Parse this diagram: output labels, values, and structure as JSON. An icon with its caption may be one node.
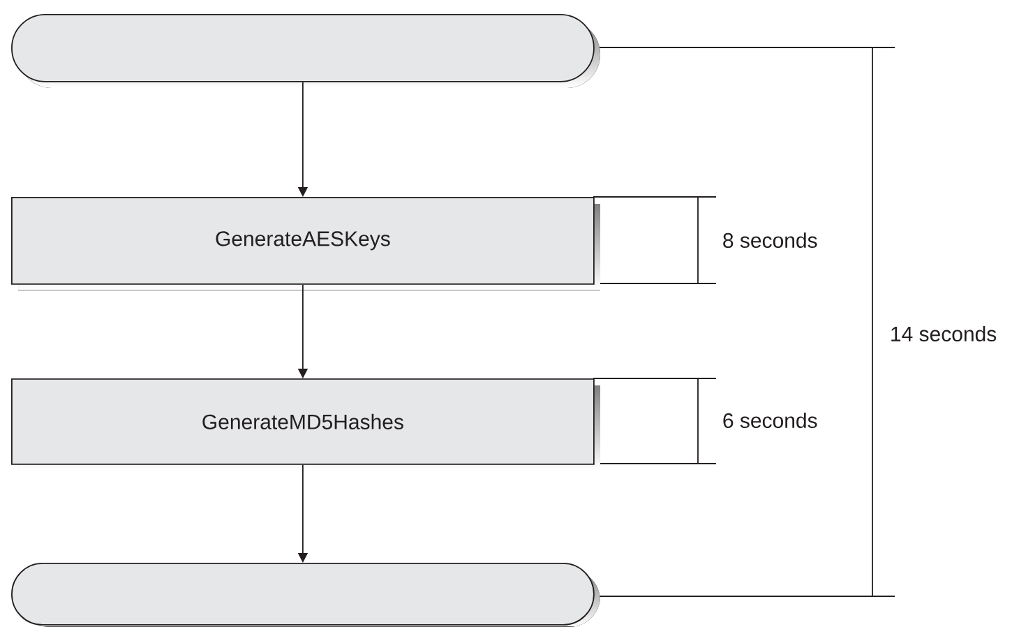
{
  "diagram": {
    "nodes": [
      {
        "text": [],
        "shape": "capsule"
      },
      {
        "text": [
          "GenerateAESKeys"
        ]
      },
      {
        "text": [
          "GenerateMD5Hashes"
        ]
      },
      {
        "text": [],
        "shape": "capsule"
      }
    ],
    "edges": [
      {
        "from": 0,
        "to": 1,
        "arrow": "to"
      },
      {
        "from": 1,
        "to": 2,
        "arrow": "to"
      },
      {
        "from": 2,
        "to": 3,
        "arrow": "to"
      }
    ],
    "labels": [
      "8 seconds",
      "6 seconds",
      "14 seconds"
    ]
  }
}
